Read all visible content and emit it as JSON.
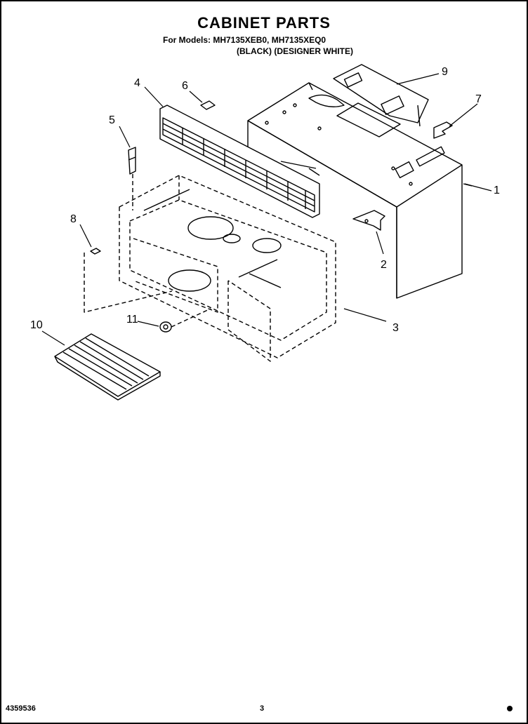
{
  "header": {
    "title": "CABINET PARTS",
    "models_line": "For Models: MH7135XEB0, MH7135XEQ0",
    "colors_line": "(BLACK) (DESIGNER WHITE)"
  },
  "footer": {
    "doc_number": "4359536",
    "page_number": "3"
  },
  "callouts": [
    {
      "id": "1",
      "label": "1"
    },
    {
      "id": "2",
      "label": "2"
    },
    {
      "id": "3",
      "label": "3"
    },
    {
      "id": "4",
      "label": "4"
    },
    {
      "id": "5",
      "label": "5"
    },
    {
      "id": "6",
      "label": "6"
    },
    {
      "id": "7",
      "label": "7"
    },
    {
      "id": "8",
      "label": "8"
    },
    {
      "id": "9",
      "label": "9"
    },
    {
      "id": "10",
      "label": "10"
    },
    {
      "id": "11",
      "label": "11"
    }
  ]
}
